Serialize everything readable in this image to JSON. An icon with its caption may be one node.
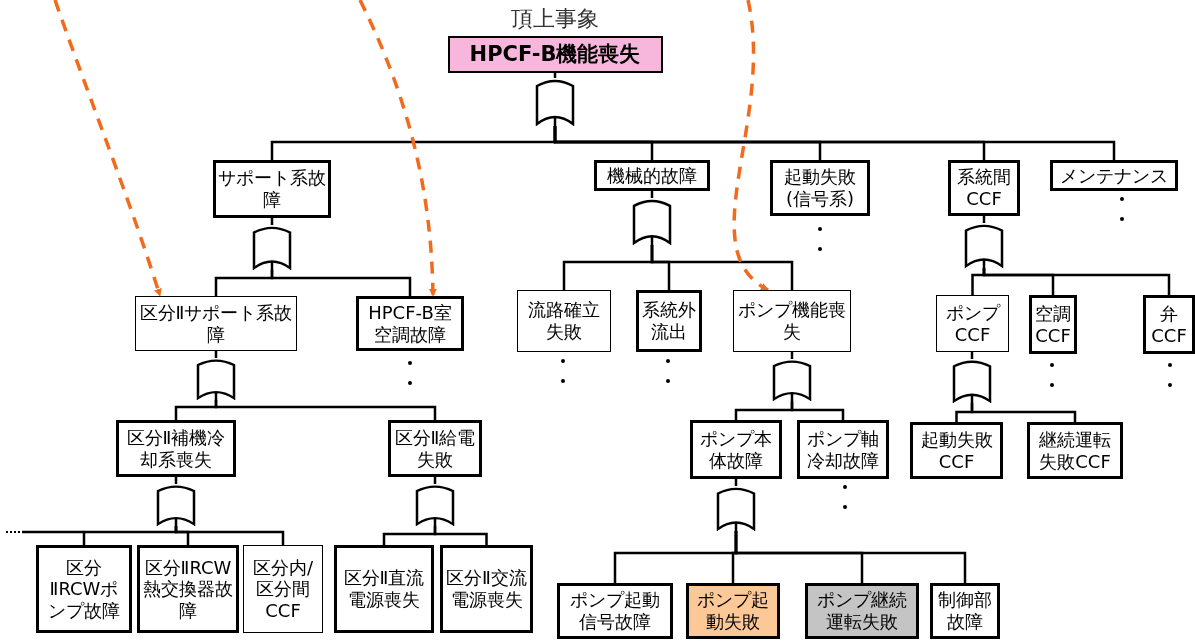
{
  "diagram": {
    "nodes": [
      {
        "text": [
          "頂上事象",
          "HPCF-B機能喪失"
        ]
      },
      {
        "text": [
          "サポート系故障"
        ]
      },
      {
        "text": [
          "機械的故障"
        ]
      },
      {
        "text": [
          "起動失敗(信号系)"
        ]
      },
      {
        "text": [
          "系統間CCF"
        ]
      },
      {
        "text": [
          "メンテナンス"
        ]
      },
      {
        "text": [
          "区分Ⅱサポート系故障"
        ]
      },
      {
        "text": [
          "HPCF-B室空調故障"
        ]
      },
      {
        "text": [
          "区分Ⅱ補機冷却系喪失"
        ]
      },
      {
        "text": [
          "区分Ⅱ給電失敗"
        ]
      },
      {
        "text": [
          "区分ⅡRCWポンプ故障"
        ]
      },
      {
        "text": [
          "区分ⅡRCW熱交換器故障"
        ]
      },
      {
        "text": [
          "区分内/区分間CCF"
        ]
      },
      {
        "text": [
          "区分Ⅱ直流電源喪失"
        ]
      },
      {
        "text": [
          "区分Ⅱ交流電源喪失"
        ]
      },
      {
        "text": [
          "流路確立失敗"
        ]
      },
      {
        "text": [
          "系統外流出"
        ]
      },
      {
        "text": [
          "ポンプ機能喪失"
        ]
      },
      {
        "text": [
          "ポンプ本体故障"
        ]
      },
      {
        "text": [
          "ポンプ軸冷却故障"
        ]
      },
      {
        "text": [
          "ポンプ起動信号故障"
        ]
      },
      {
        "text": [
          "ポンプ起動失敗"
        ]
      },
      {
        "text": [
          "ポンプ継続運転失敗"
        ]
      },
      {
        "text": [
          "制御部故障"
        ]
      },
      {
        "text": [
          "ポンプCCF"
        ]
      },
      {
        "text": [
          "空調CCF"
        ]
      },
      {
        "text": [
          "弁CCF"
        ]
      },
      {
        "text": [
          "起動失敗CCF"
        ]
      },
      {
        "text": [
          "継続運転失敗CCF"
        ]
      },
      {
        "text": [],
        "shape": "gate"
      },
      {
        "text": [],
        "shape": "gate"
      },
      {
        "text": [],
        "shape": "gate"
      },
      {
        "text": [],
        "shape": "gate"
      },
      {
        "text": [],
        "shape": "gate"
      },
      {
        "text": [],
        "shape": "gate"
      },
      {
        "text": [],
        "shape": "gate"
      },
      {
        "text": [],
        "shape": "gate"
      },
      {
        "text": [],
        "shape": "gate"
      },
      {
        "text": [],
        "shape": "gate"
      }
    ],
    "edges": [
      {
        "from": 0,
        "to": 29,
        "arrow": "none"
      },
      {
        "from": 29,
        "to": 1,
        "arrow": "none"
      },
      {
        "from": 29,
        "to": 2,
        "arrow": "none"
      },
      {
        "from": 29,
        "to": 3,
        "arrow": "none"
      },
      {
        "from": 29,
        "to": 4,
        "arrow": "none"
      },
      {
        "from": 29,
        "to": 5,
        "arrow": "none"
      },
      {
        "from": 1,
        "to": 30,
        "arrow": "none"
      },
      {
        "from": 30,
        "to": 6,
        "arrow": "none"
      },
      {
        "from": 30,
        "to": 7,
        "arrow": "none"
      },
      {
        "from": 2,
        "to": 31,
        "arrow": "none"
      },
      {
        "from": 31,
        "to": 15,
        "arrow": "none"
      },
      {
        "from": 31,
        "to": 16,
        "arrow": "none"
      },
      {
        "from": 31,
        "to": 17,
        "arrow": "none"
      },
      {
        "from": 4,
        "to": 32,
        "arrow": "none"
      },
      {
        "from": 32,
        "to": 24,
        "arrow": "none"
      },
      {
        "from": 32,
        "to": 25,
        "arrow": "none"
      },
      {
        "from": 32,
        "to": 26,
        "arrow": "none"
      },
      {
        "from": 6,
        "to": 33,
        "arrow": "none"
      },
      {
        "from": 33,
        "to": 8,
        "arrow": "none"
      },
      {
        "from": 33,
        "to": 9,
        "arrow": "none"
      },
      {
        "from": 17,
        "to": 34,
        "arrow": "none"
      },
      {
        "from": 34,
        "to": 18,
        "arrow": "none"
      },
      {
        "from": 34,
        "to": 19,
        "arrow": "none"
      },
      {
        "from": 8,
        "to": 35,
        "arrow": "none"
      },
      {
        "from": 35,
        "to": 10,
        "arrow": "none"
      },
      {
        "from": 35,
        "to": 11,
        "arrow": "none"
      },
      {
        "from": 35,
        "to": 12,
        "arrow": "none"
      },
      {
        "from": 9,
        "to": 36,
        "arrow": "none"
      },
      {
        "from": 36,
        "to": 13,
        "arrow": "none"
      },
      {
        "from": 36,
        "to": 14,
        "arrow": "none"
      },
      {
        "from": 24,
        "to": 37,
        "arrow": "none"
      },
      {
        "from": 37,
        "to": 27,
        "arrow": "none"
      },
      {
        "from": 37,
        "to": 28,
        "arrow": "none"
      },
      {
        "from": 18,
        "to": 38,
        "arrow": "none"
      },
      {
        "from": 38,
        "to": 20,
        "arrow": "none"
      },
      {
        "from": 38,
        "to": 21,
        "arrow": "none"
      },
      {
        "from": 38,
        "to": 22,
        "arrow": "none"
      },
      {
        "from": 38,
        "to": 23,
        "arrow": "none"
      },
      {
        "from": null,
        "to": 6,
        "arrow": "to",
        "style": "dashed",
        "color": "#f26a1c"
      },
      {
        "from": null,
        "to": 7,
        "arrow": "to",
        "style": "dashed",
        "color": "#f26a1c"
      },
      {
        "from": null,
        "to": 17,
        "arrow": "to",
        "style": "dashed",
        "color": "#f26a1c"
      }
    ]
  }
}
